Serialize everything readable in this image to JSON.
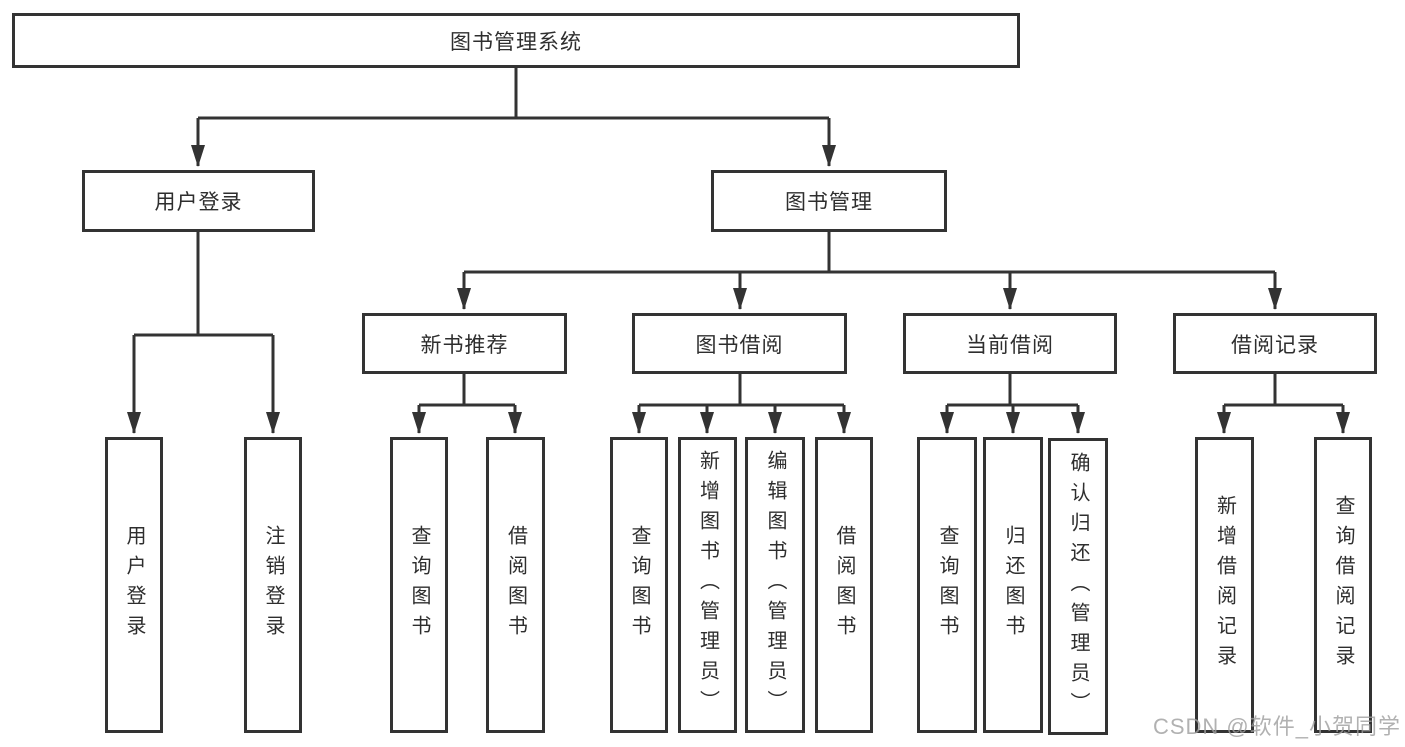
{
  "colors": {
    "line": "#333333",
    "text": "#2e2e2e",
    "background": "#ffffff",
    "watermark": "#9e9e9e"
  },
  "watermark": "CSDN @软件_小贺同学",
  "tree": {
    "root": "图书管理系统",
    "branches": [
      {
        "label": "用户登录",
        "children": [
          "用户登录",
          "注销登录"
        ]
      },
      {
        "label": "图书管理",
        "groups": [
          {
            "label": "新书推荐",
            "children": [
              "查询图书",
              "借阅图书"
            ]
          },
          {
            "label": "图书借阅",
            "children": [
              "查询图书",
              "新增图书（管理员）",
              "编辑图书（管理员）",
              "借阅图书"
            ]
          },
          {
            "label": "当前借阅",
            "children": [
              "查询图书",
              "归还图书",
              "确认归还（管理员）"
            ]
          },
          {
            "label": "借阅记录",
            "children": [
              "新增借阅记录",
              "查询借阅记录"
            ]
          }
        ]
      }
    ]
  }
}
